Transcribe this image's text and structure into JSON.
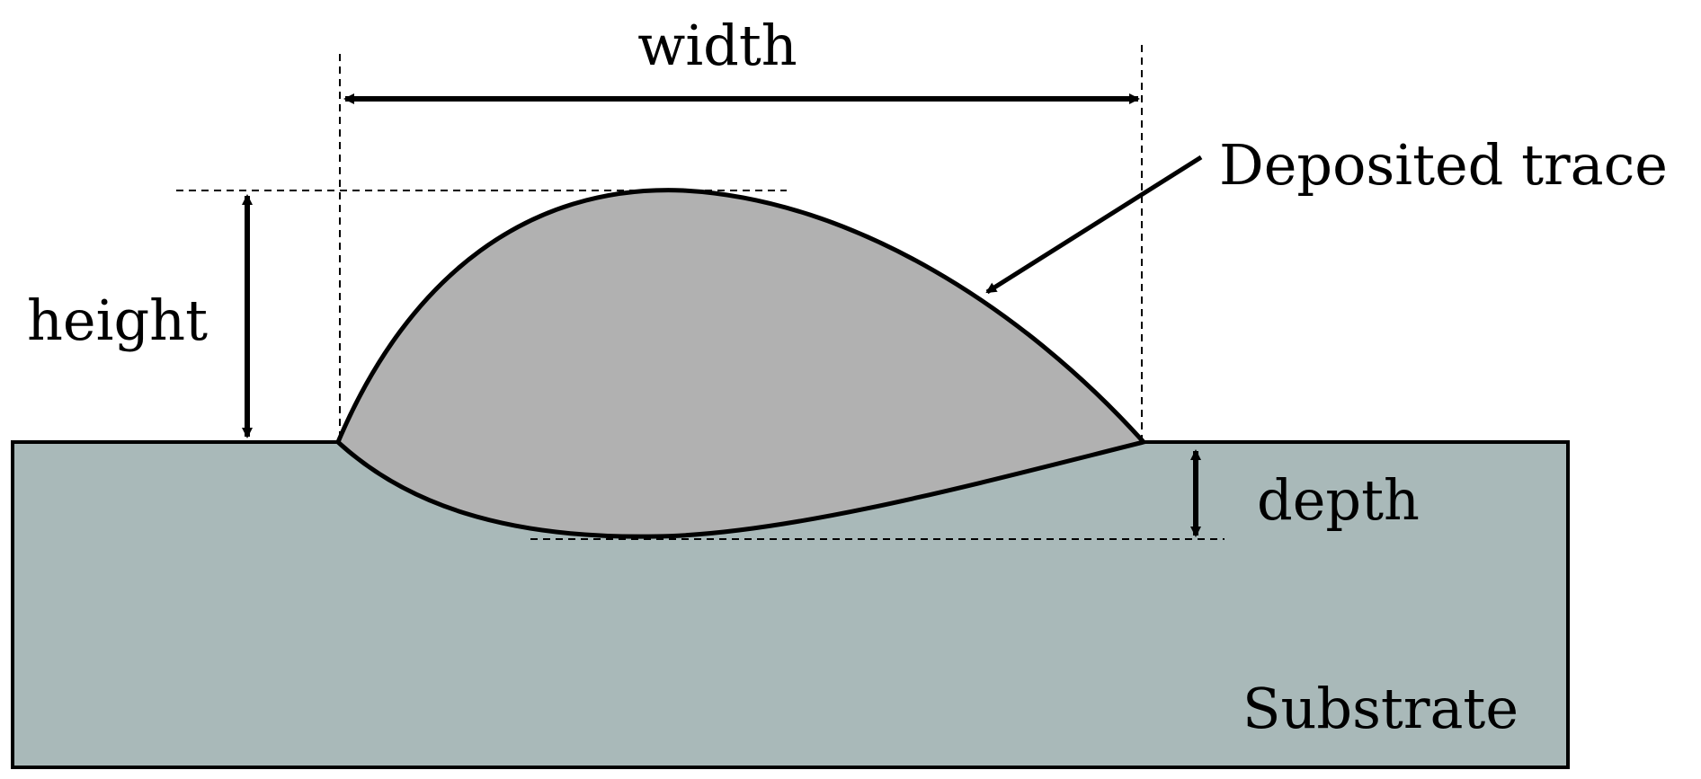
{
  "labels": {
    "width": "width",
    "height": "height",
    "depth": "depth",
    "trace": "Deposited trace",
    "substrate": "Substrate"
  },
  "colors": {
    "substrate_fill": "#a9b9b9",
    "trace_fill": "#b1b1b1",
    "outline": "#000000"
  }
}
